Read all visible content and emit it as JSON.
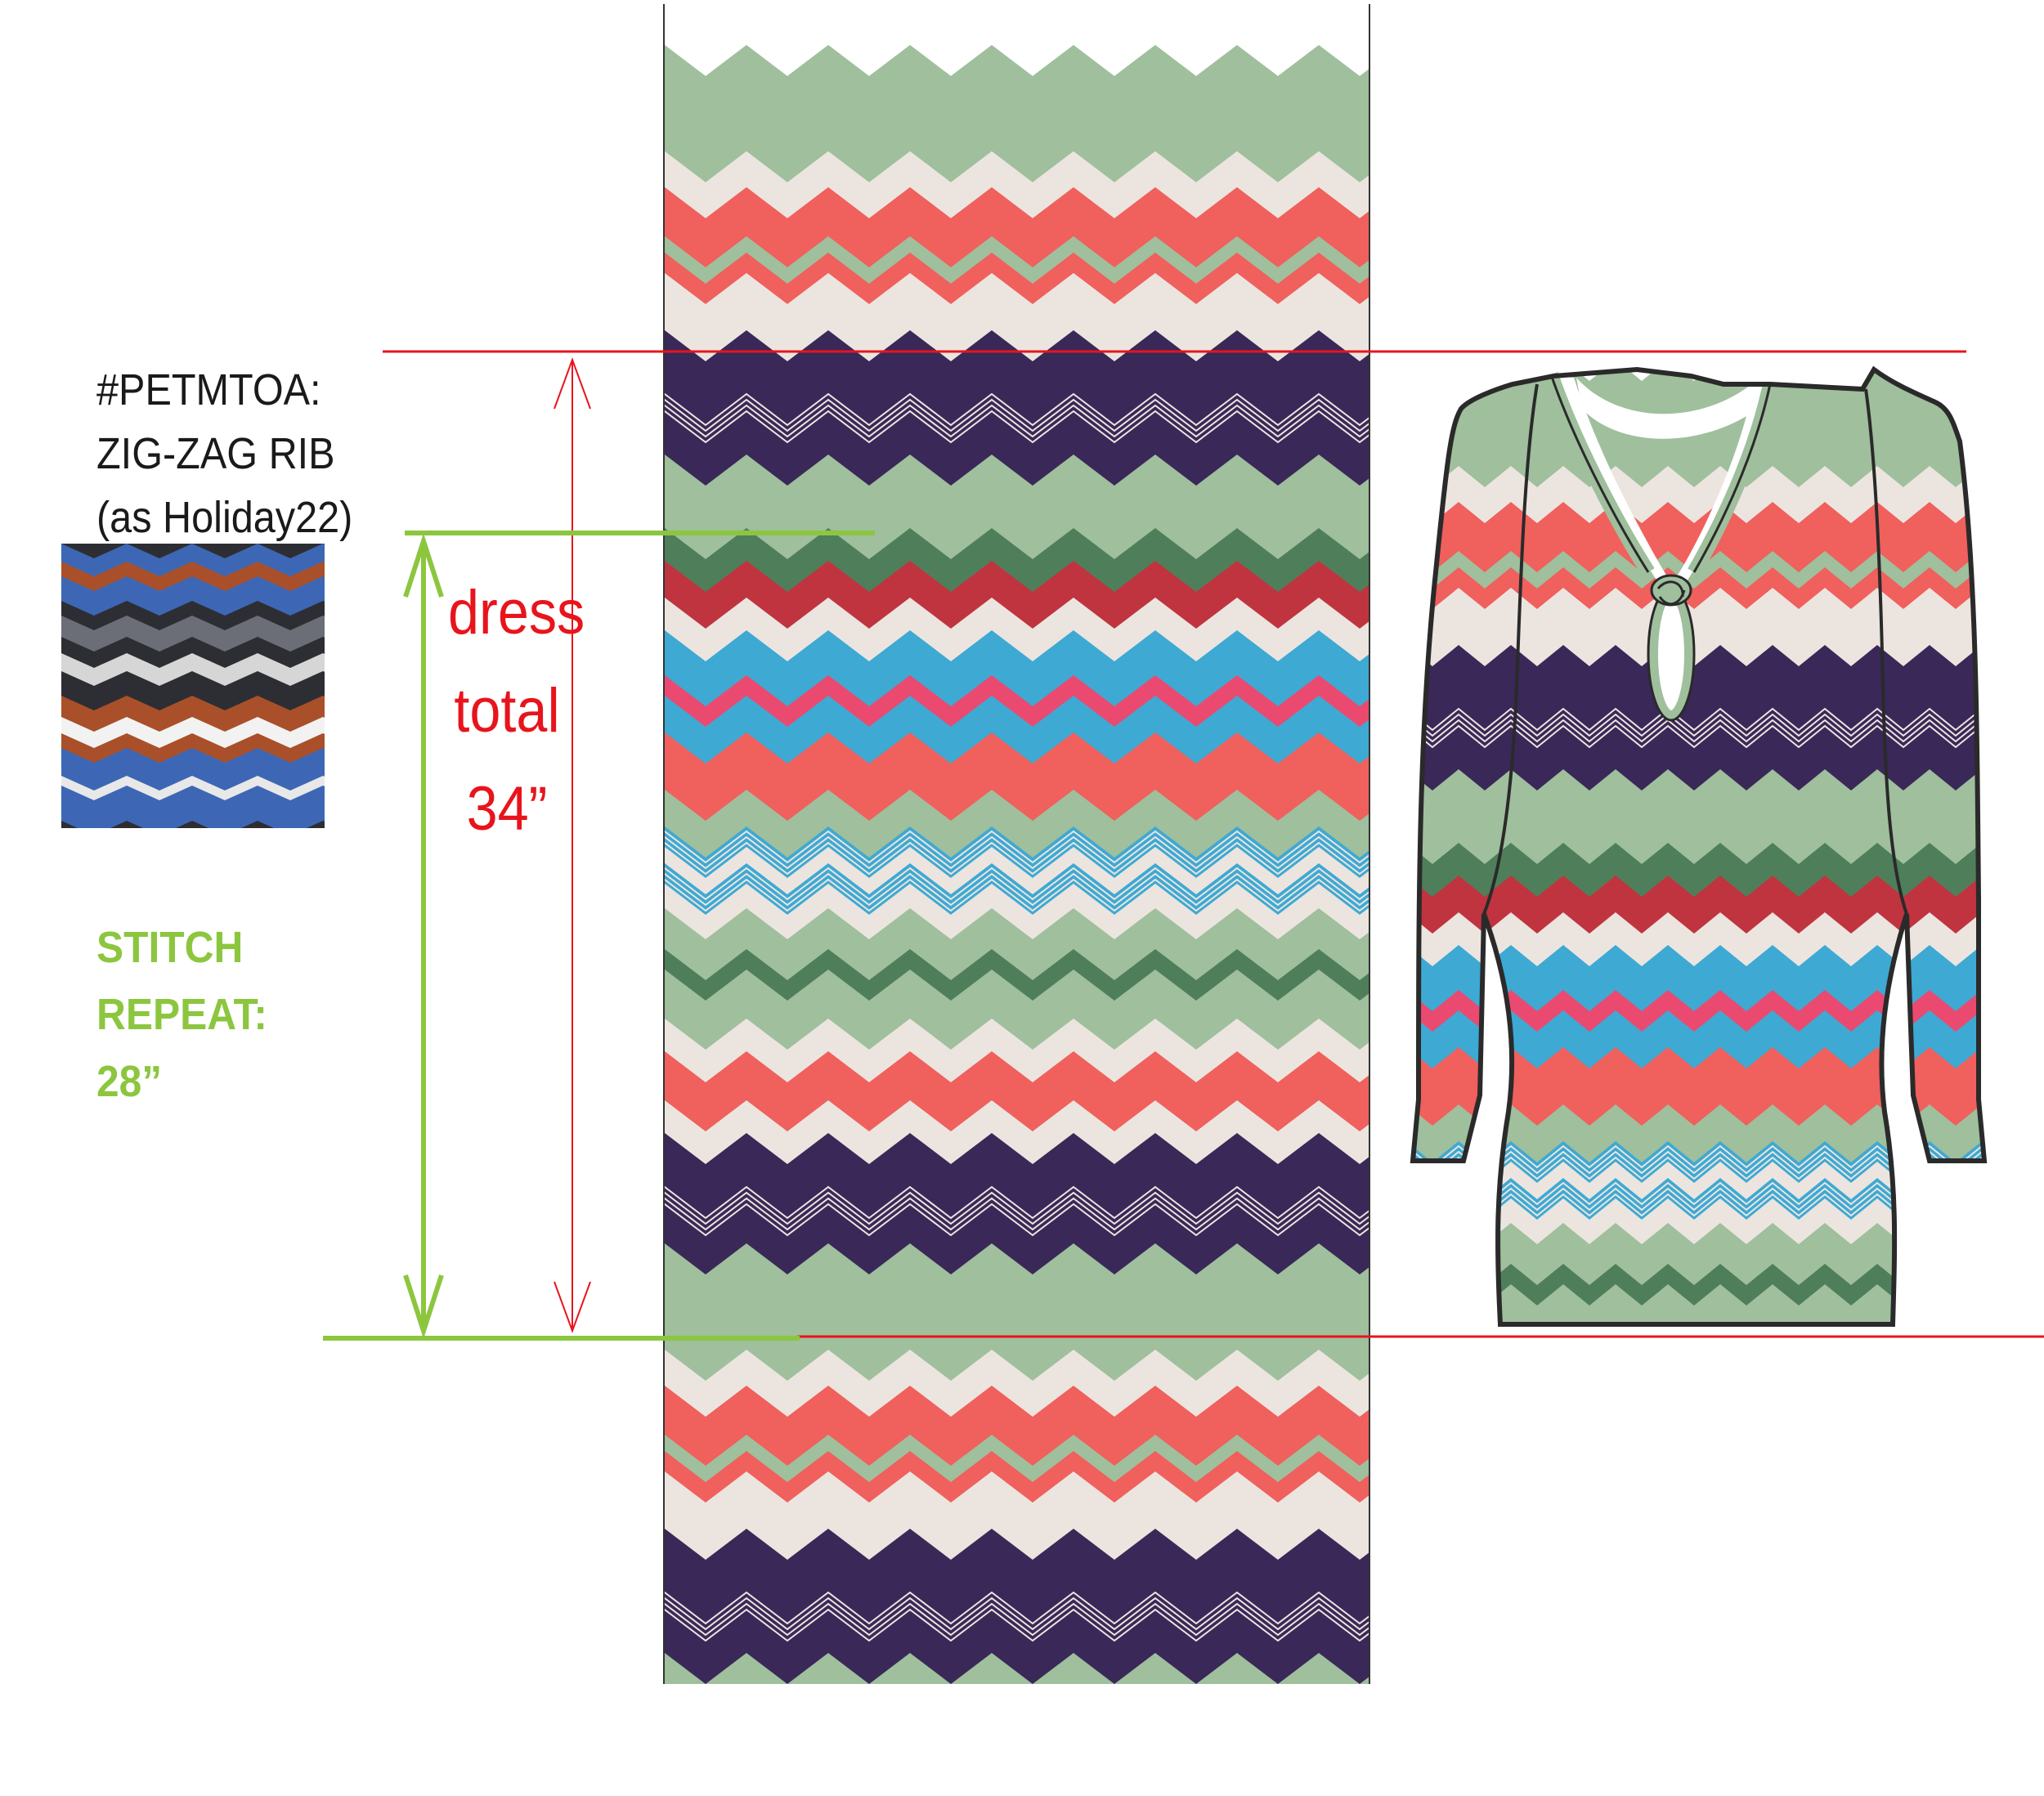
{
  "fabric_code": "#PETMTOA:",
  "stitch_name": "ZIG-ZAG RIB",
  "stitch_reference": "(as Holiday22)",
  "dress_total": {
    "line1": "dress",
    "line2": "total",
    "line3": "34”"
  },
  "stitch_repeat": {
    "line1": "STITCH",
    "line2": "REPEAT:",
    "line3": "28”"
  },
  "colors": {
    "measure_red": "#e8141c",
    "measure_green": "#8cc63f",
    "sage": "#9fbf9d",
    "forest": "#4f7f5a",
    "red": "#c0343f",
    "coral": "#f0605d",
    "pink": "#ea4a70",
    "cream": "#ece5df",
    "navy": "#3a2858",
    "blue": "#3ea9d3"
  }
}
